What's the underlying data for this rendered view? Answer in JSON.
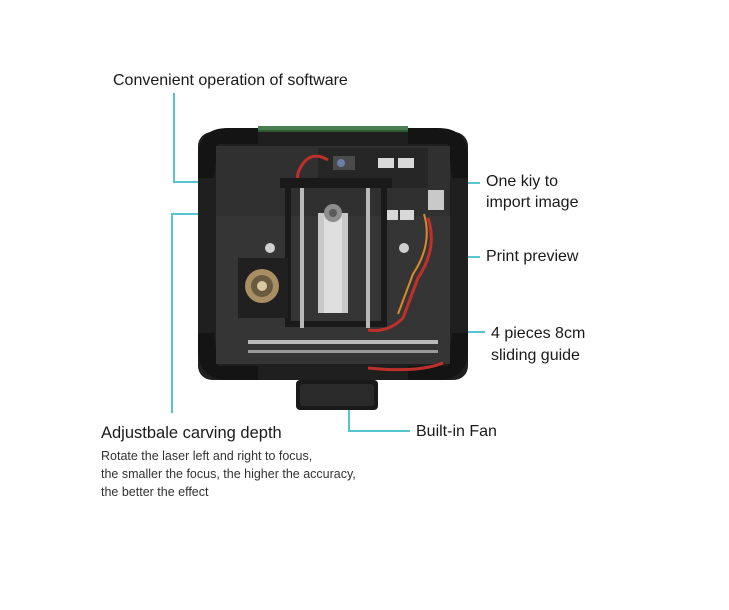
{
  "labels": {
    "software": "Convenient operation of software",
    "import_line1": "One kiy to",
    "import_line2": "import image",
    "preview": "Print preview",
    "guide_line1": "4 pieces 8cm",
    "guide_line2": "sliding guide",
    "depth_title": "Adjustbale carving depth",
    "depth_desc": [
      "Rotate the laser left and right to focus,",
      "the smaller the focus, the higher the accuracy,",
      "the better the effect"
    ],
    "fan": "Built-in Fan"
  },
  "colors": {
    "callout_line": "#57c5cf",
    "frame": "#1f1f1f",
    "body": "#2e2e2e",
    "wire_red": "#c0302a",
    "rail": "#b9b9b9"
  }
}
